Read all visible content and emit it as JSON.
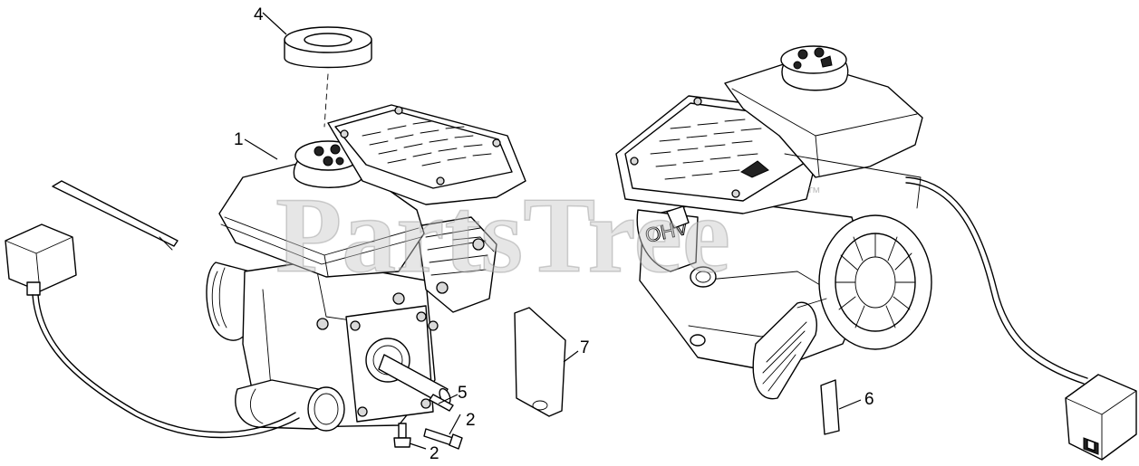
{
  "watermark": {
    "text": "PartsTree",
    "trademark": "™"
  },
  "engine_marking": "OHV",
  "callouts": [
    {
      "id": "callout-1",
      "label": "1"
    },
    {
      "id": "callout-2a",
      "label": "2"
    },
    {
      "id": "callout-2b",
      "label": "2"
    },
    {
      "id": "callout-4",
      "label": "4"
    },
    {
      "id": "callout-5",
      "label": "5"
    },
    {
      "id": "callout-6",
      "label": "6"
    },
    {
      "id": "callout-7",
      "label": "7"
    }
  ]
}
